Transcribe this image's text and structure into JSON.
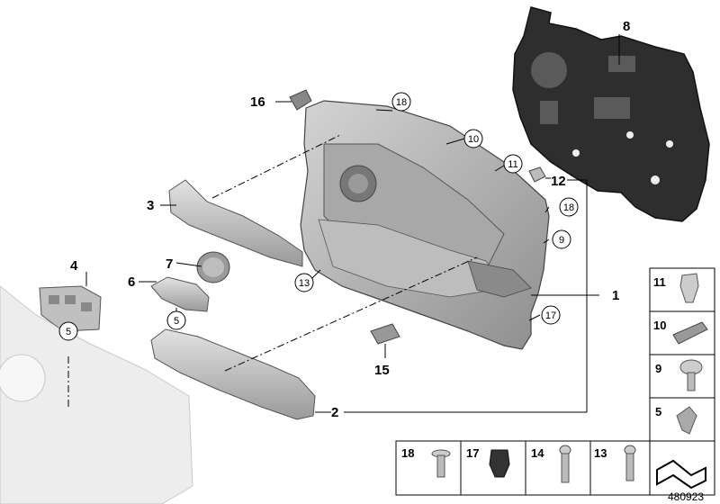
{
  "diagram": {
    "reference_number": "480923",
    "callouts": {
      "c1": "1",
      "c2": "2",
      "c3": "3",
      "c4": "4",
      "c5a": "5",
      "c5b": "5",
      "c6": "6",
      "c7": "7",
      "c8": "8",
      "c9": "9",
      "c10": "10",
      "c11": "11",
      "c12": "12",
      "c13": "13",
      "c15": "15",
      "c16": "16",
      "c17": "17",
      "c18a": "18",
      "c18b": "18"
    },
    "side_legend": [
      "11",
      "10",
      "9",
      "5"
    ],
    "bottom_legend": [
      "18",
      "17",
      "14",
      "13"
    ]
  }
}
